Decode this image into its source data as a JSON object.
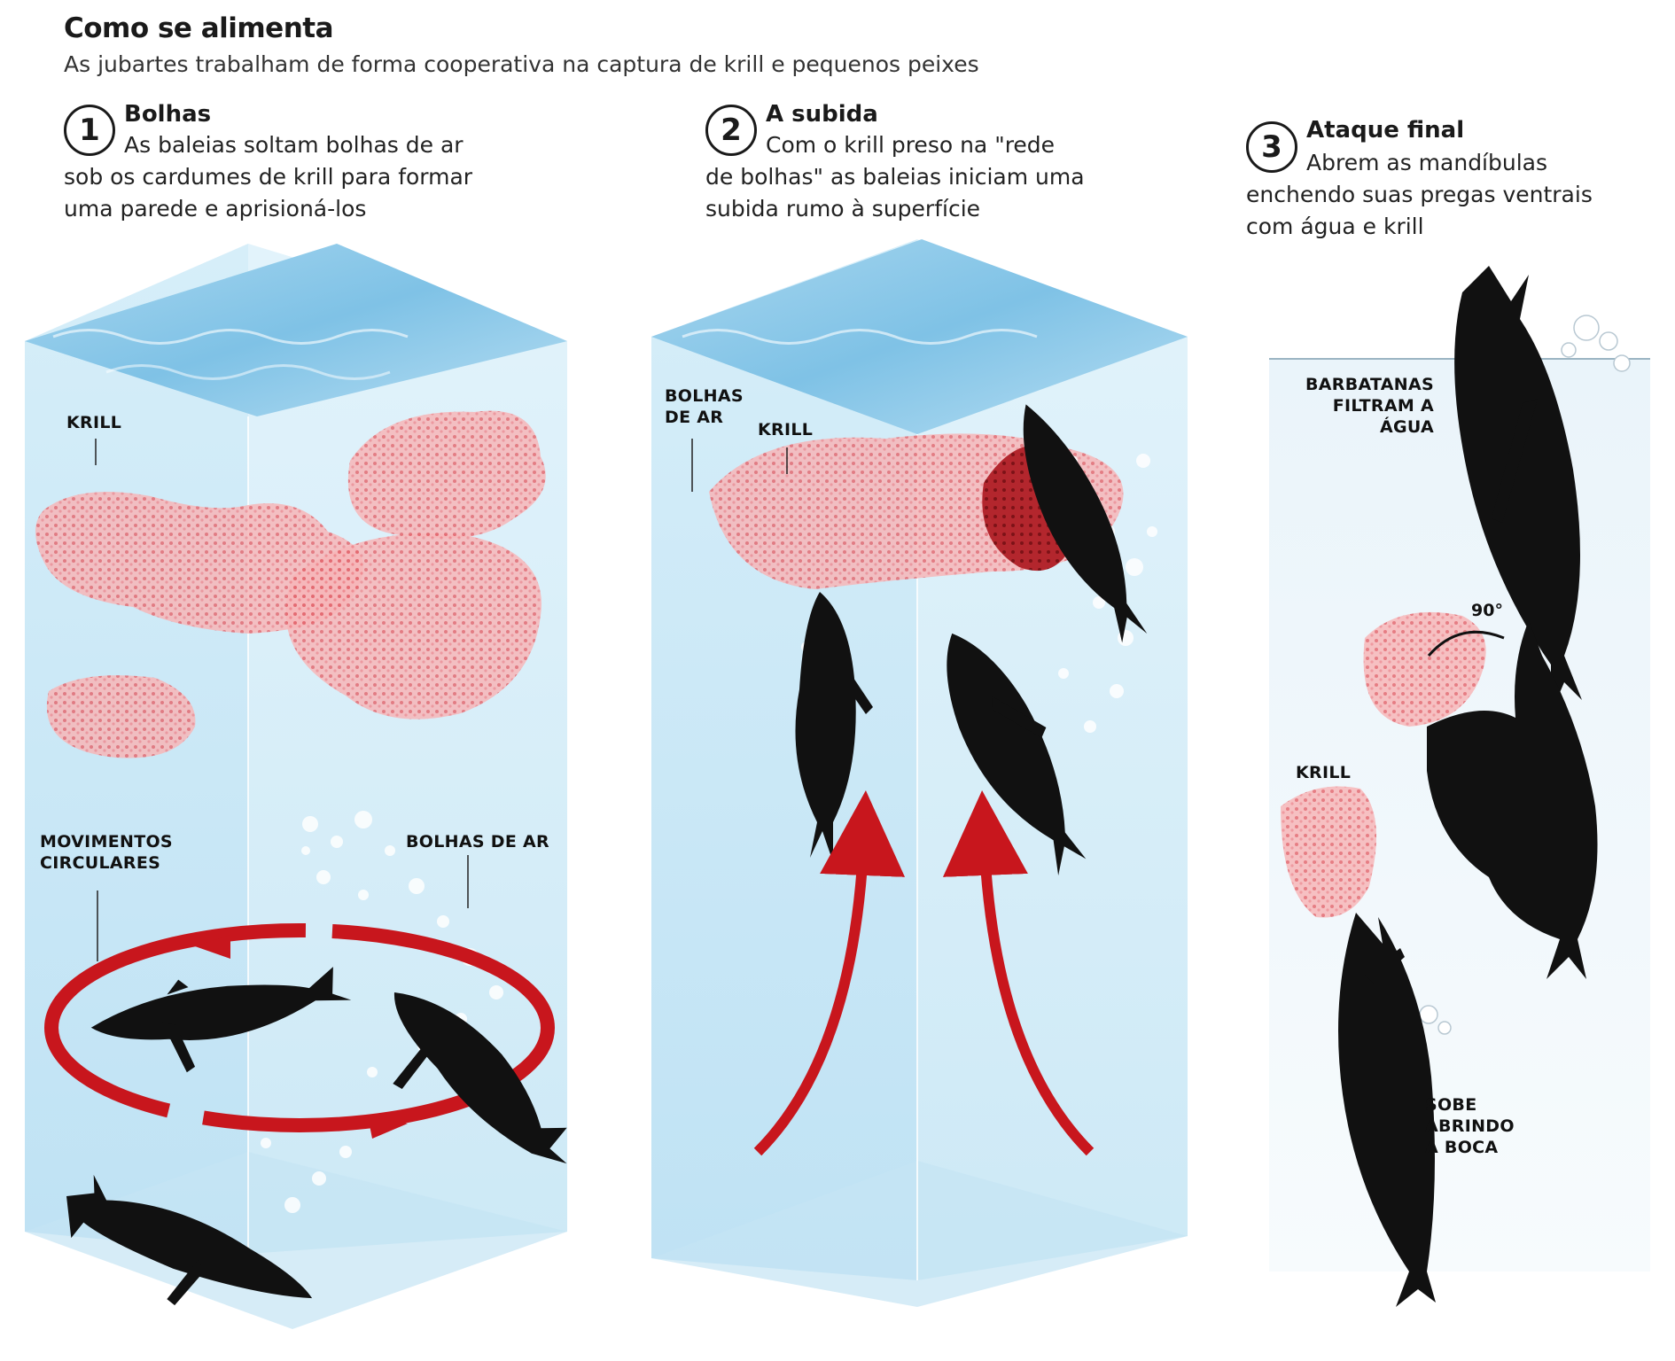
{
  "header": {
    "title": "Como se alimenta",
    "subtitle": "As jubartes trabalham de forma cooperativa na captura de krill e pequenos peixes"
  },
  "steps": [
    {
      "number": "1",
      "title": "Bolhas",
      "desc_first": "As baleias soltam bolhas de ar",
      "desc_rest": "sob os cardumes de krill para formar uma parede e aprisioná-los"
    },
    {
      "number": "2",
      "title": "A subida",
      "desc_first": "Com o krill preso na \"rede",
      "desc_rest": "de bolhas\" as baleias iniciam uma subida rumo à superfície"
    },
    {
      "number": "3",
      "title": "Ataque final",
      "desc_first": "Abrem as mandíbulas",
      "desc_rest": "enchendo suas pregas ventrais com água e krill"
    }
  ],
  "labels": {
    "krill_1": "KRILL",
    "movimentos": "MOVIMENTOS CIRCULARES",
    "bolhas_1": "BOLHAS DE AR",
    "bolhas_2": "BOLHAS DE AR",
    "krill_2": "KRILL",
    "barbatanas": "BARBATANAS FILTRAM A ÁGUA",
    "angle": "90°",
    "krill_3": "KRILL",
    "sobe": "SOBE ABRINDO A BOCA"
  },
  "colors": {
    "water": "#cfe9f7",
    "krill": "#f08a8f",
    "arrow": "#c8161d",
    "whale": "#111111"
  }
}
